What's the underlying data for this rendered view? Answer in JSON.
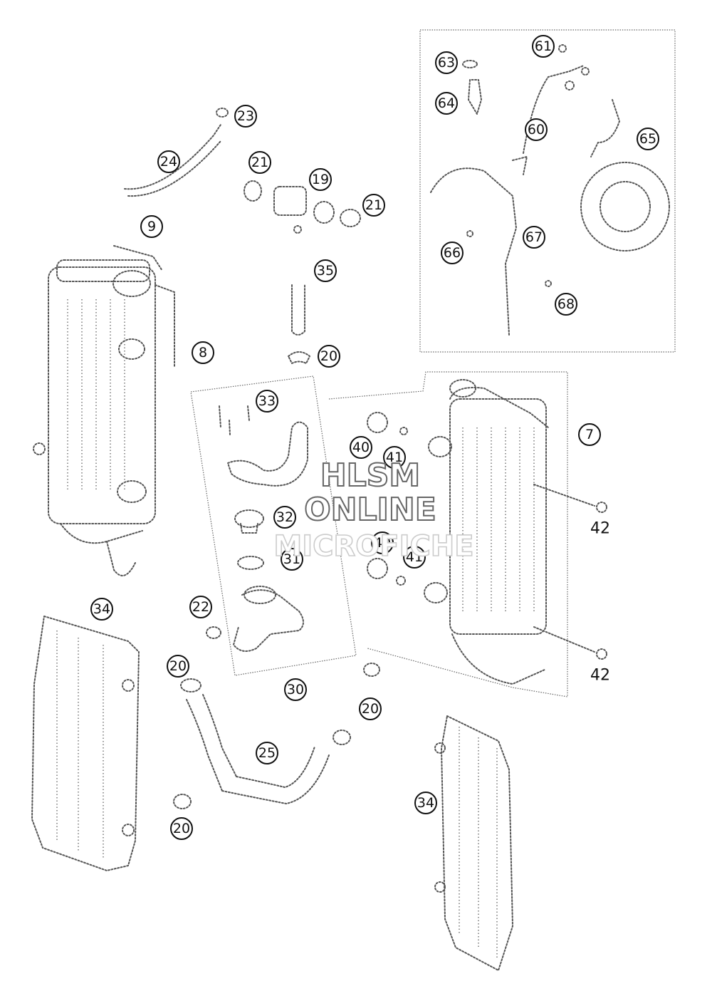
{
  "watermark": {
    "line1": "HLSM",
    "line2": "ONLINE",
    "line3": "MICROFICHE"
  },
  "callouts": {
    "c61": "61",
    "c63": "63",
    "c64": "64",
    "c60": "60",
    "c65": "65",
    "c66": "66",
    "c67": "67",
    "c68": "68",
    "c23": "23",
    "c24": "24",
    "c21a": "21",
    "c19": "19",
    "c21b": "21",
    "c9": "9",
    "c35": "35",
    "c8": "8",
    "c20a": "20",
    "c33": "33",
    "c40a": "40",
    "c41a": "41",
    "c7": "7",
    "c42a": "42",
    "c32": "32",
    "c31": "31",
    "c40b": "40",
    "c41b": "41",
    "c34a": "34",
    "c22": "22",
    "c20b": "20",
    "c30": "30",
    "c42b": "42",
    "c20c": "20",
    "c25": "25",
    "c34b": "34",
    "c20d": "20"
  }
}
